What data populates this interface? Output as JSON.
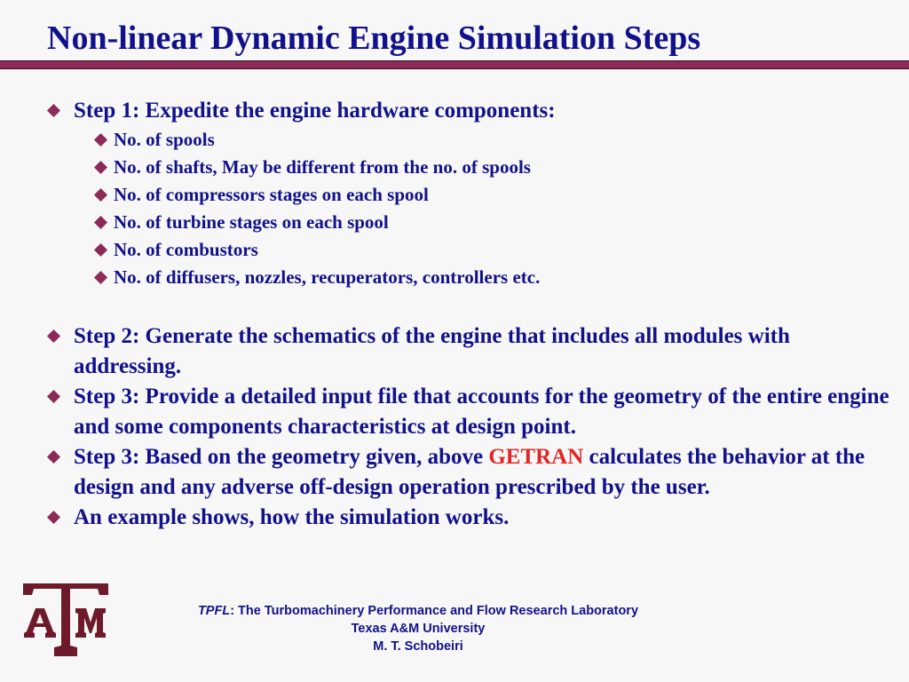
{
  "slide": {
    "title": "Non-linear Dynamic Engine Simulation Steps",
    "step1": {
      "heading": "Step 1: Expedite the engine hardware components:",
      "subitems": [
        "No. of spools",
        "No. of shafts, May be different from the no. of spools",
        "No. of compressors stages on each spool",
        "No. of turbine stages on each spool",
        "No. of combustors",
        "No. of diffusers, nozzles, recuperators, controllers etc."
      ]
    },
    "step2": "Step 2: Generate the schematics of the engine that includes all modules with addressing.",
    "step3a": "Step 3: Provide a detailed input file that accounts for the geometry of the entire engine and some components characteristics at design point.",
    "step3b": {
      "before": "Step 3: Based on the geometry given, above ",
      "highlight": "GETRAN",
      "after": " calculates the behavior at the design and any adverse off-design operation prescribed by the user."
    },
    "example": "An example shows, how the simulation works."
  },
  "footer": {
    "abbr": "TPFL",
    "lab_rest": ": The Turbomachinery Performance and Flow Research Laboratory",
    "university": "Texas A&M University",
    "author": "M. T. Schobeiri"
  },
  "logo": {
    "letters": "ATM"
  },
  "colors": {
    "text": "#11118c",
    "accent": "#8c2a58",
    "highlight": "#e52424",
    "background": "#f7f7f7"
  }
}
